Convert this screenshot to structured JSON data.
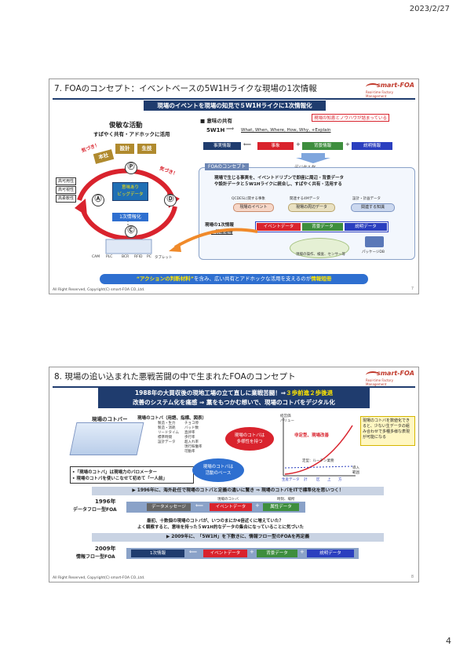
{
  "page": {
    "date": "2023/2/27",
    "number": "4"
  },
  "colors": {
    "navy": "#1f3c6e",
    "red": "#d9232d",
    "green": "#3e8e3e",
    "blue": "#2b3fbf",
    "brand": "#c0392b"
  },
  "brand": {
    "name": "smart-FOA",
    "tagline": "Real-time Factory Management"
  },
  "slide7": {
    "title": "7.  FOAのコンセプト：イベントベースの5W1Hライクな現場の1次情報",
    "banner": "現場のイベントを現場の知見で５W1Hライクに1次情報化",
    "left": {
      "heading": "俊敏な活動",
      "subheading": "すばやく共有・アドホックに活用",
      "kizuki1": "気づき！",
      "kizuki2": "気づき！",
      "cards": [
        "本社",
        "設計",
        "生技"
      ],
      "attrs": [
        "高可用性",
        "高可視性",
        "高柔軟性"
      ],
      "circleP": "Ⓟ",
      "circleA": "Ⓐ",
      "circleD": "Ⓓ",
      "circleC": "Ⓒ",
      "bigdata": "意味あり\nビッグデータ",
      "ichiji": "1次情報化",
      "devices": [
        "CAM",
        "PLC",
        "BCR",
        "RFID",
        "PC",
        "タブレット"
      ]
    },
    "right": {
      "callout": "現場の知恵とノウハウが詰まっている",
      "meaning_heading": "■ 意味の共有",
      "w5h1": "5W1H",
      "formula": "What, When, Where, How, Why, +Explain",
      "jijitsu": "事実情報",
      "event": "事象",
      "haikei": "背景情報",
      "setsumei": "説明情報",
      "concept_label": "FOAのコンセプト",
      "digital": "デジタル化",
      "desc1": "現場で生じる事実を、イベントドリブンで即座に周辺・背景データ",
      "desc2": "や設計データと５W1Hライクに統合し、すばやく共有・活用する",
      "src1": "QCDESに関する事象",
      "src2": "関連する4Mデータ",
      "src3": "設計・計画データ",
      "pill1": "現場のイベント",
      "pill2": "現場の周辺データ",
      "pill3": "関連する知識",
      "primary1": "現場の1次情報",
      "primary2": "＝情報短冊",
      "row_event": "イベントデータ",
      "row_haikei": "背景データ",
      "row_setsumei": "説明データ",
      "sensor": "現場の操作、検査、センサー等",
      "packaged": "パッケージDB"
    },
    "bottom_pre": "“アクションの判断材料”",
    "bottom_mid": "を含み、広い共有とアドホックな活用を支えるのが",
    "bottom_hl": "情報短冊",
    "copyright": "All Right Reserved, Copyright(C) smart-FOA CO.,Ltd.",
    "slide_number": "7"
  },
  "slide8": {
    "title": "8.  現場の追い込まれた悪戦苦闘の中で生まれたFOAのコンセプト",
    "banner1_pre": "1988年の大買収後の現地工場の立て直しに業戦苦闘！⇒",
    "banner1_hl": "３歩前進２歩後退",
    "banner2": "改善のシステム化を痛感 ⇒ 藁をもつかむ想いで、現場のコトバをデジタル化",
    "kotoba_heading": "現場のコトバー",
    "kotoba_list_title": "現場のコトバ（用語、指標、図表）",
    "kotoba_col1": [
      "製造・生力",
      "製造・消耗",
      "リードタイム",
      "標準時間",
      "設計データ"
    ],
    "kotoba_col2": [
      "チョコ停",
      "バッド数",
      "直評率",
      "歩行率",
      "超入れ率",
      "現行稼働率",
      "可動率"
    ],
    "kotoba_note1": "•「現場のコトバ」は現場力のバロメーター",
    "kotoba_note2": "•  現場のコトバを使いこなせて初めて「一人前」",
    "circle1": "現場のコトバは\n多様性を持つ",
    "circle2": "現場のコトバは\n活動のベース",
    "graph_y": "経営価\nバリュー",
    "graph_rising": "非定型、現場改善",
    "graph_flat": "定型：ルーチン業務",
    "graph_x": [
      "生産データ",
      "計",
      "区",
      "上",
      "方"
    ],
    "graph_xlabel": "導入\n範囲",
    "yellow_note": "現場のコトバを数値化できると、少ない生データの組み合わせで多種多様な表現が可能になる",
    "mid1": "▶ 1996年に、海外赴任で現場のコトバと定義の違いに驚き ⇒ 現場のコトバをITで標準化を思いつく！",
    "y1996": "1996年",
    "y1996_sub": "データフロー型FOA",
    "dm": "データメッセージ",
    "gk_label": "現場のコトバ",
    "time_label": "時刻、場所",
    "ev1996": "イベントデータ",
    "zokusei": "属性データ",
    "qtext1": "最初、十数個の現場のコトバが、いつのまにか4倍近くに増えていた？",
    "qtext2": "よく観察すると、意味を持った５W1H的なデータの集合になっていることに気づいた",
    "mid2": "▶ 2009年に、「5W1H」を下敷きに、情報フロー型のFOAを再定義",
    "y2009": "2009年",
    "y2009_sub": "情報フロー型FOA",
    "info1": "1次情報",
    "ev2009": "イベントデータ",
    "bg2009": "背景データ",
    "ex2009": "説明データ",
    "copyright": "All Right Reserved, Copyright(C) smart-FOA CO.,Ltd.",
    "slide_number": "8"
  }
}
